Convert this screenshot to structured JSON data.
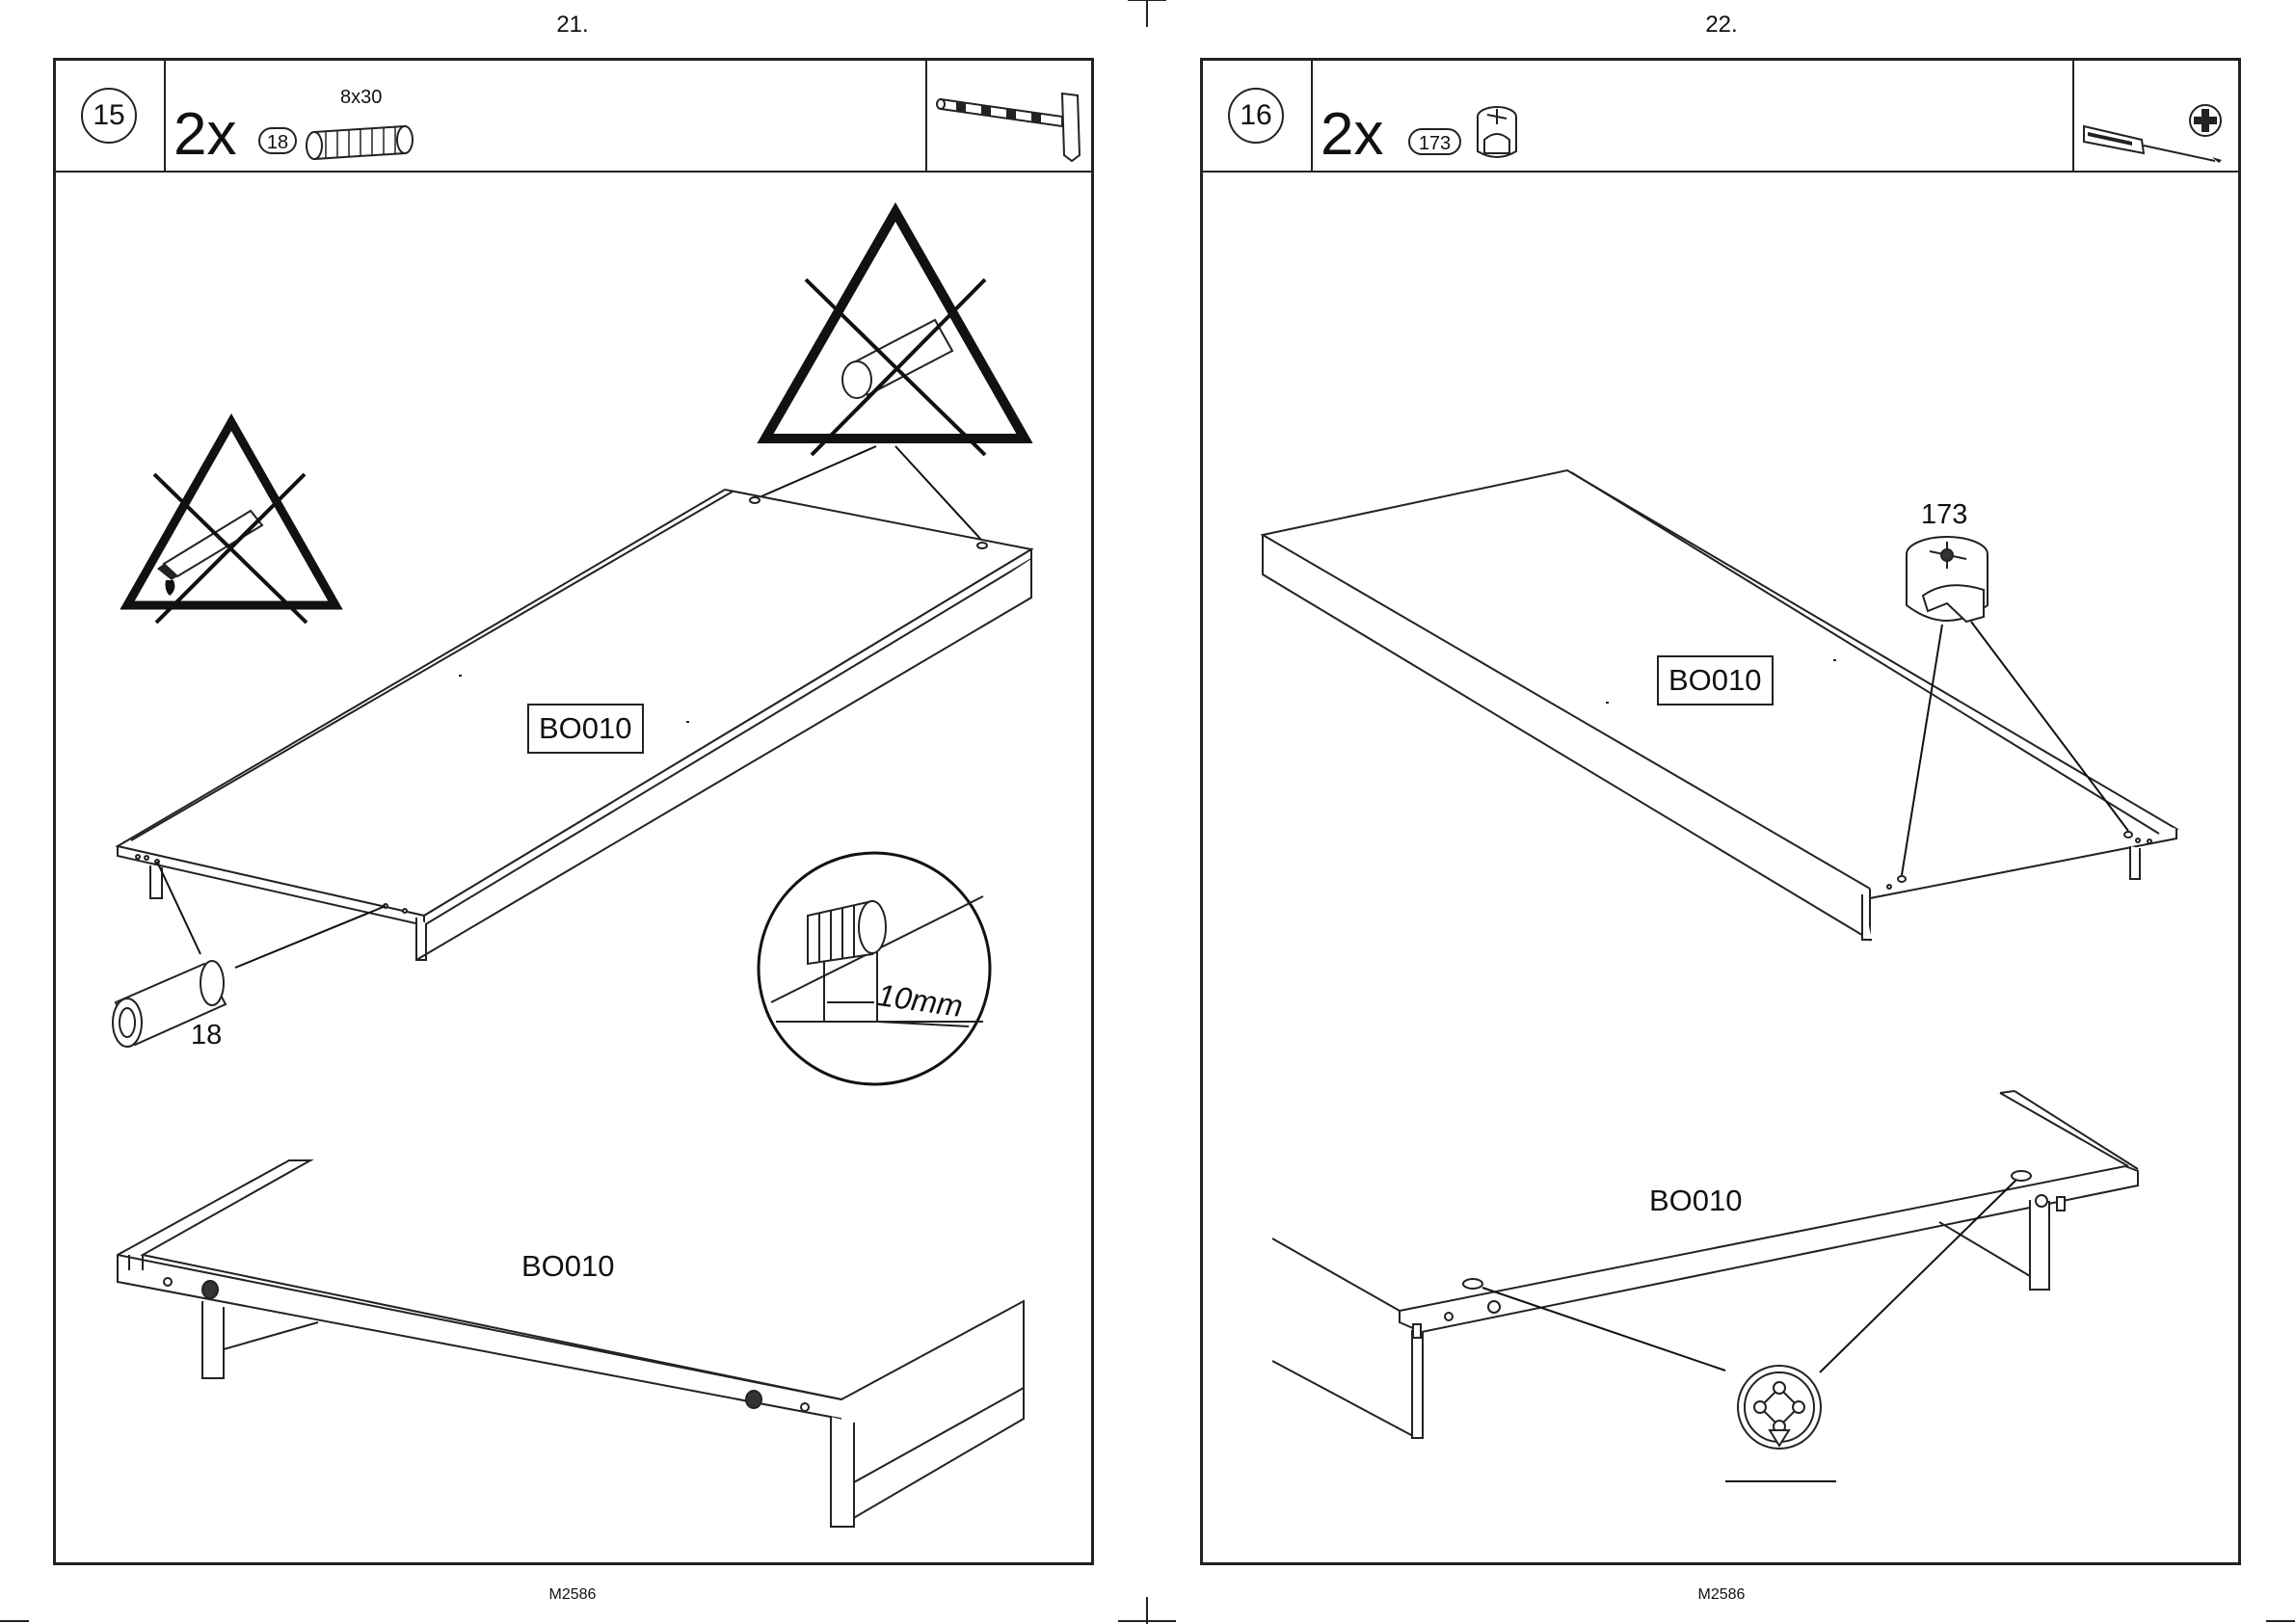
{
  "pages": [
    {
      "page_number": "21.",
      "footer": "M2586",
      "step": "15",
      "quantity": "2x",
      "part_number": "18",
      "part_size": "8x30",
      "tool": "hammer-icon",
      "panel_label_top": "BO010",
      "panel_label_bottom": "BO010",
      "callout_part": "18",
      "depth": "10mm",
      "warnings": [
        "no-glue-icon",
        "no-dowel-icon"
      ]
    },
    {
      "page_number": "22.",
      "footer": "M2586",
      "step": "16",
      "quantity": "2x",
      "part_number": "173",
      "tool": "phillips-screwdriver-icon",
      "panel_label_top": "BO010",
      "panel_label_bottom": "BO010",
      "callout_part": "173"
    }
  ],
  "colors": {
    "ink": "#111111",
    "paper": "#ffffff"
  }
}
